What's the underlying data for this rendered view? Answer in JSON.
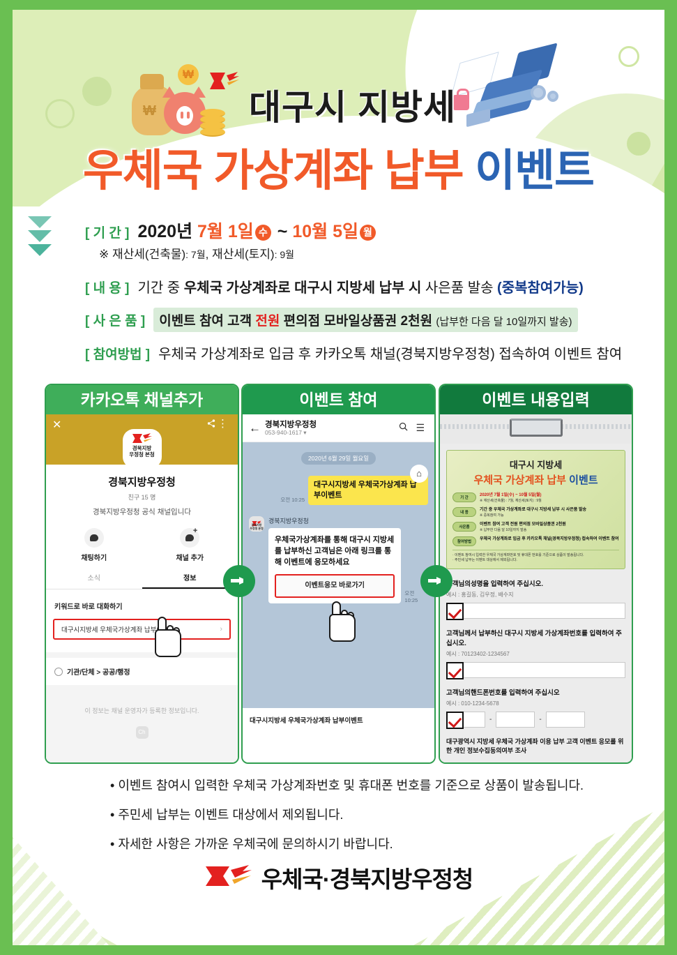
{
  "header": {
    "title_line1": "대구시 지방세",
    "title_line2_part1": "우체국 가상계좌 납부",
    "title_line2_part2": "이벤트"
  },
  "info": {
    "period": {
      "tag": "[ 기    간 ]",
      "year": "2020년",
      "start": "7월 1일",
      "start_day": "수",
      "tilde": "~",
      "end": "10월 5일",
      "end_day": "월",
      "note_mark": "※",
      "note": "재산세(건축물)",
      "note_val": ": 7월",
      "note2": ", 재산세(토지)",
      "note2_val": ": 9월"
    },
    "content": {
      "tag": "[ 내    용 ]",
      "pre": "기간 중 ",
      "bold": "우체국 가상계좌로 대구시 지방세 납부 시",
      "post": " 사은품 발송 ",
      "navy": "(중복참여가능)"
    },
    "gift": {
      "tag": "[ 사 은 품 ]",
      "pre": "이벤트 참여 고객 ",
      "red": "전원",
      "mid": " 편의점 모바일상품권 2천원 ",
      "small": "(납부한 다음 달 10일까지 발송)"
    },
    "how": {
      "tag": "[ 참여방법 ]",
      "text": "우체국 가상계좌로 입금 후 카카오톡 채널(경북지방우정청) 접속하여 이벤트 참여"
    }
  },
  "panels": {
    "panel1": {
      "header": "카카오톡 채널추가",
      "avatar_line1": "경북지방",
      "avatar_line2": "우정청 본청",
      "channel_name": "경북지방우정청",
      "friends": "친구 15 명",
      "description": "경북지방우정청 공식 채널입니다",
      "action_chat": "채팅하기",
      "action_add": "채널 추가",
      "tab_news": "소식",
      "tab_info": "정보",
      "section_title": "키워드로 바로 대화하기",
      "keyword_item": "대구시지방세 우체국가상계좌 납부이벤트",
      "chevron": "›",
      "category": "기관/단체 > 공공/행정",
      "info_icon": "ⓘ",
      "footer_note": "이 정보는 채널 운영자가 등록한 정보입니다.",
      "footer_icon": "Ch",
      "close_icon": "✕",
      "share_icon": "⌁",
      "more_icon": "⋮"
    },
    "panel2": {
      "header": "이벤트 참여",
      "back_icon": "←",
      "chat_title": "경북지방우정청",
      "chat_phone": "053-940-1617 ▾",
      "search_icon": "🔍",
      "menu_icon": "☰",
      "home_icon": "⌂",
      "date_divider": "2020년 6월 29일 월요일",
      "my_message": "대구시지방세 우체국가상계좌 납부이벤트",
      "my_time": "오전 10:25",
      "sender_name": "경북지방우정청",
      "avatar_line1": "경북지방",
      "avatar_line2": "우정청 본청",
      "their_message": "우체국가상계좌를 통해 대구시 지방세를 납부하신 고객님은 아래 링크를 통해 이벤트에 응모하세요",
      "link_button": "이벤트응모 바로가기",
      "their_time": "오전 10:25",
      "caption": "대구시지방세 우체국가상계좌 납부이벤트"
    },
    "panel3": {
      "header": "이벤트 내용입력",
      "mini_poster": {
        "title1": "대구시 지방세",
        "title2_a": "우체국 가상계좌 납부",
        "title2_b": "이벤트",
        "rows": [
          {
            "tag": "기 간",
            "main": "2020년 7월 1일(수) ~ 10월 5일(월)",
            "sub": "※ 재산세(건축물) : 7월, 재산세(토지) : 9월"
          },
          {
            "tag": "내 용",
            "main": "기간 중 우체국 가상계좌로 대구시 지방세 납부 시 사은품 발송",
            "sub": "※ 중복참여 가능"
          },
          {
            "tag": "사은품",
            "main": "이벤트 참여 고객 전원 편의점 모바일상품권 2천원",
            "sub": "※ 납부한 다음 달 10일까지 발송"
          },
          {
            "tag": "참여방법",
            "main": "우체국 가상계좌로 입금 후 카카오톡 채널(경북지방우정청) 접속하여 이벤트 참여",
            "sub": ""
          }
        ],
        "footnote1": "· 이벤트 참여시 입력한 우체국 가상계좌번호 및 휴대폰 번호를 기준으로 상품이 발송됩니다.",
        "footnote2": "· 주민세 납부는 이벤트 대상에서 제외됩니다."
      },
      "questions": [
        {
          "label": "고객님의성명을 입력하여 주십시오.",
          "example": "예시 : 홍길동, 김우정, 배수지",
          "type": "text"
        },
        {
          "label": "고객님께서 납부하신 대구시 지방세 가상계좌번호를 입력하여 주십시오.",
          "example": "예시 : 70123402-1234567",
          "type": "text"
        },
        {
          "label": "고객님의핸드폰번호를 입력하여 주십시오",
          "example": "예시 : 010-1234-5678",
          "type": "phone",
          "separator": "-"
        }
      ],
      "final_note": "대구광역시 지방세 우체국 가상계좌 이용 납부 고객 이벤트 응모를 위한 개인 정보수집동의여부 조사"
    }
  },
  "bullets": [
    "이벤트 참여시 입력한 우체국 가상계좌번호 및 휴대폰 번호를 기준으로 상품이 발송됩니다.",
    "주민세 납부는 이벤트 대상에서 제외됩니다.",
    "자세한 사항은 가까운 우체국에 문의하시기 바랍니다."
  ],
  "footer": {
    "organization": "우체국·경북지방우정청"
  },
  "colors": {
    "frame_green": "#6abf52",
    "hero_bg": "#ddeeb8",
    "orange": "#f15a29",
    "blue": "#2b64b3",
    "panel_green_1": "#3fae5a",
    "panel_green_2": "#1f9a4e",
    "panel_green_3": "#117a3d",
    "tag_green": "#2e9e4f",
    "red": "#e3201e",
    "navy": "#123a8a",
    "kakao_yellow": "#fbe54d",
    "post_red": "#e3211f"
  }
}
